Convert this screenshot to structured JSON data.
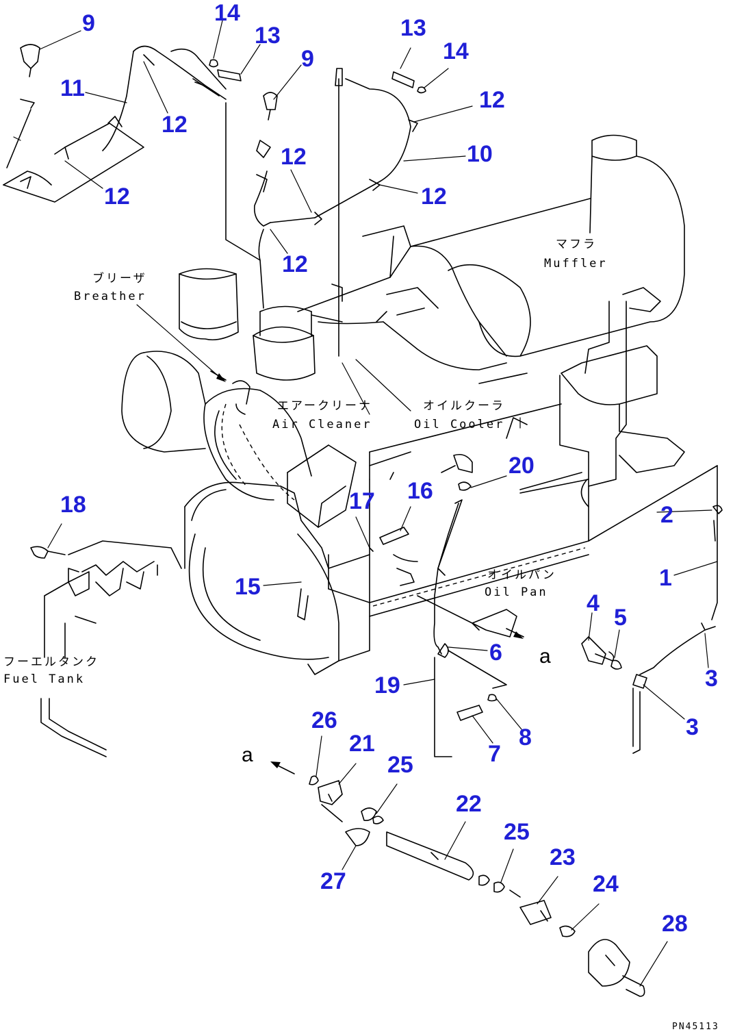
{
  "labels": {
    "muffler_jp": "マフラ",
    "muffler_en": "Muffler",
    "breather_jp": "ブリーザ",
    "breather_en": "Breather",
    "aircleaner_jp": "エアークリーナ",
    "aircleaner_en": "Air Cleaner",
    "oilcooler_jp": "オイルクーラ",
    "oilcooler_en": "Oil Cooler",
    "oilpan_jp": "オイルパン",
    "oilpan_en": "Oil Pan",
    "fueltank_jp": "フーエルタンク",
    "fueltank_en": "Fuel Tank"
  },
  "callouts": {
    "c9a": "9",
    "c14a": "14",
    "c13a": "13",
    "c9b": "9",
    "c13b": "13",
    "c14b": "14",
    "c11": "11",
    "c12a": "12",
    "c12b": "12",
    "c12c": "12",
    "c10": "10",
    "c12d": "12",
    "c12e": "12",
    "c12f": "12",
    "c18": "18",
    "c17": "17",
    "c16": "16",
    "c20": "20",
    "c2": "2",
    "c1": "1",
    "c15": "15",
    "c4": "4",
    "c5": "5",
    "c6": "6",
    "c3a": "3",
    "c3b": "3",
    "c19": "19",
    "c7": "7",
    "c8": "8",
    "c26": "26",
    "c21": "21",
    "c25a": "25",
    "c22": "22",
    "c25b": "25",
    "c23": "23",
    "c24": "24",
    "c27": "27",
    "c28": "28"
  },
  "refs": {
    "a1": "a",
    "a2": "a"
  },
  "drawing_code": "PN45113"
}
